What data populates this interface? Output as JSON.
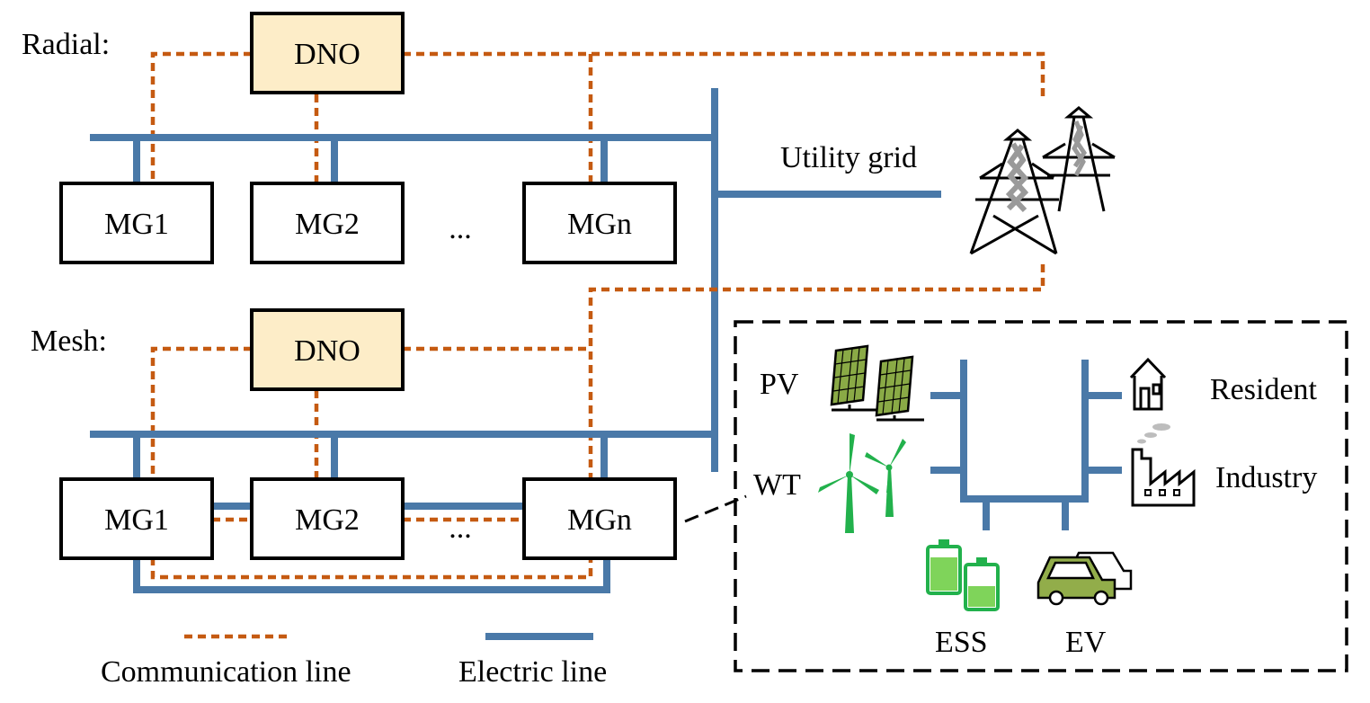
{
  "radial": {
    "title": "Radial:",
    "dno": "DNO",
    "microgrids": [
      "MG1",
      "MG2",
      "MGn"
    ],
    "ellipsis": "..."
  },
  "mesh": {
    "title": "Mesh:",
    "dno": "DNO",
    "microgrids": [
      "MG1",
      "MG2",
      "MGn"
    ],
    "ellipsis": "..."
  },
  "utility_grid": "Utility grid",
  "detail": {
    "pv": "PV",
    "wt": "WT",
    "resident": "Resident",
    "industry": "Industry",
    "ess": "ESS",
    "ev": "EV"
  },
  "legend": {
    "communication": "Communication line",
    "electric": "Electric line"
  },
  "colors": {
    "electric_line": "#4a79a8",
    "communication_line": "#c55a11",
    "dno_fill": "#fdedc8",
    "pv_green": "#8aaa46",
    "wt_green": "#22b14c",
    "ev_green": "#92ad4a"
  },
  "icons": [
    "transmission-tower-icon",
    "solar-panel-icon",
    "wind-turbine-icon",
    "house-icon",
    "factory-icon",
    "battery-icon",
    "car-icon"
  ]
}
